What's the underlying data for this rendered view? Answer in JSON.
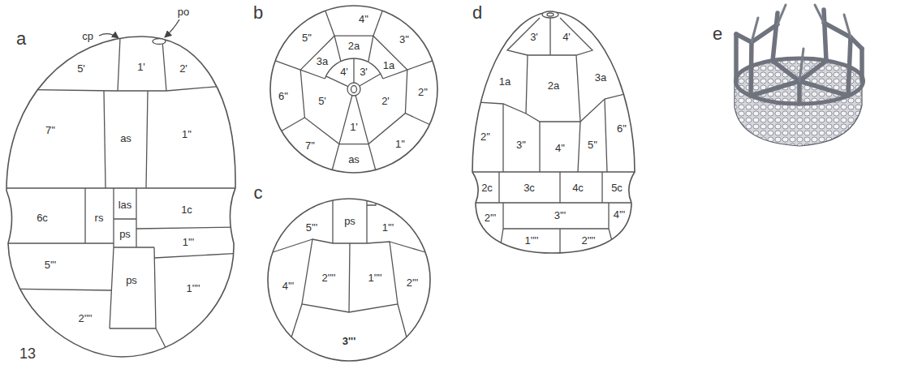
{
  "diagram": {
    "labels": [
      "a",
      "cp",
      "po",
      "5'",
      "1'",
      "2'",
      "7''",
      "as",
      "1''",
      "6c",
      "rs",
      "las",
      "ps",
      "1c",
      "1'''",
      "5'''",
      "ps",
      "1''''",
      "2''''",
      "13",
      "b",
      "4''",
      "5''",
      "2a",
      "3''",
      "3a",
      "4'",
      "3'",
      "1a",
      "6''",
      "5'",
      "2'",
      "2''",
      "1'",
      "7''",
      "as",
      "1''",
      "c",
      "5'''",
      "ps",
      "1'''",
      "2''''",
      "1''''",
      "4'''",
      "2'''",
      "3'''",
      "d",
      "3'",
      "4'",
      "1a",
      "2a",
      "3a",
      "6''",
      "2''",
      "3''",
      "4''",
      "5''",
      "2c",
      "3c",
      "4c",
      "5c",
      "2'''",
      "3'''",
      "4'''",
      "1''''",
      "2''''",
      "e"
    ]
  }
}
